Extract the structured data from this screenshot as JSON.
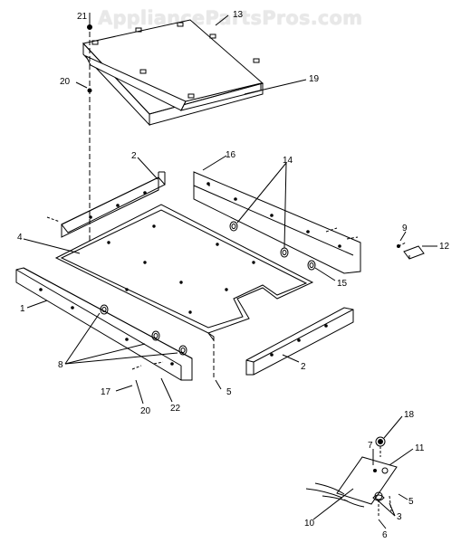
{
  "watermark": "AppliancePartsPros.com",
  "diagram": {
    "callouts": [
      "21",
      "13",
      "20",
      "19",
      "2",
      "16",
      "14",
      "4",
      "9",
      "12",
      "1",
      "15",
      "8",
      "2",
      "17",
      "20",
      "22",
      "5",
      "18",
      "7",
      "11",
      "5",
      "10",
      "3",
      "6"
    ],
    "colors": {
      "line": "#000000",
      "background": "#ffffff",
      "watermark": "#e8e8e8"
    }
  }
}
